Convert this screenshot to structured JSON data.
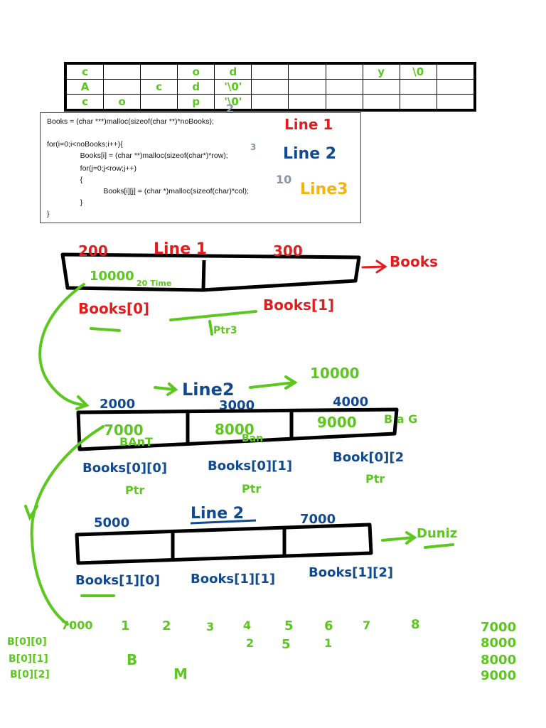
{
  "colors": {
    "red": "#e21d1d",
    "blue": "#124a8f",
    "green": "#5cc71e",
    "orange": "#f5b312",
    "grey": "#8a96a3",
    "black": "#000000"
  },
  "grid": {
    "rows": [
      [
        "c",
        "",
        "",
        "o",
        "d",
        "",
        "",
        "",
        "y",
        "\\0",
        ""
      ],
      [
        "A",
        "",
        "c",
        "d",
        "'\\0'",
        "",
        "",
        "",
        "",
        "",
        ""
      ],
      [
        "c",
        "o",
        "",
        "p",
        "'\\0'",
        "",
        "",
        "",
        "",
        "",
        ""
      ]
    ]
  },
  "code": {
    "lines": [
      "Books = (char ***)malloc(sizeof(char **)*noBooks);",
      "",
      "for(i=0;i<noBooks;i++){",
      "    Books[i] = (char **)malloc(sizeof(char*)*row);",
      "    for(j=0;j<row;j++)",
      "    {",
      "        Books[i][j] = (char *)malloc(sizeof(char)*col);",
      "    }",
      "}"
    ],
    "notes": [
      "2",
      "3",
      "10"
    ]
  },
  "annotations": {
    "line1": "Line 1",
    "line2": "Line 2",
    "line3": "Line3",
    "top": {
      "addr_left": "200",
      "label": "Line 1",
      "addr_right": "300",
      "cell0_value": "10000",
      "cell0_note": "20 Time",
      "books_label": "Books",
      "label0": "Books[0]",
      "label1": "Books[1]",
      "ptr": "Ptr3"
    },
    "middle": {
      "label": "Line2",
      "arrow_value": "10000",
      "addr0": "2000",
      "addr1": "3000",
      "addr2": "4000",
      "val0": "7000",
      "val1": "8000",
      "val2": "9000",
      "under0": "BAnT",
      "under1": "Ban",
      "side_note": "B a G",
      "label0": "Books[0][0]",
      "label1": "Books[0][1]",
      "label2": "Book[0][2",
      "ptr0": "Ptr",
      "ptr1": "Ptr",
      "ptr2": "Ptr"
    },
    "bottom": {
      "label": "Line 2",
      "addr0": "5000",
      "addr2": "7000",
      "side_note": "Duniz",
      "label0": "Books[1][0]",
      "label1": "Books[1][1]",
      "label2": "Books[1][2]"
    },
    "index_row": [
      "7000",
      "1",
      "2",
      "3",
      "4",
      "5",
      "6",
      "7",
      "8"
    ],
    "index_row2": [
      "2",
      "5",
      "1"
    ],
    "left_labels": [
      "B[0][0]",
      "B[0][1]",
      "B[0][2]"
    ],
    "right_labels": [
      "7000",
      "8000",
      "8000",
      "9000"
    ],
    "letters": [
      "B",
      "M"
    ]
  }
}
